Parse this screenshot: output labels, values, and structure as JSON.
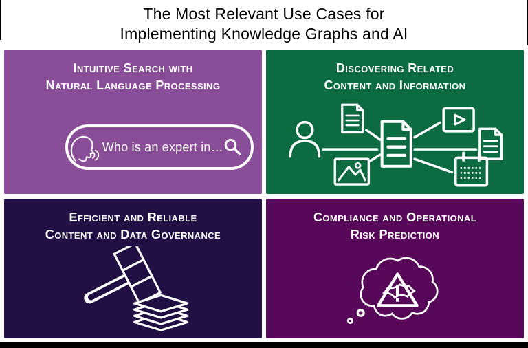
{
  "title": {
    "line1": "The Most Relevant Use Cases for",
    "line2": "Implementing Knowledge Graphs and AI"
  },
  "colors": {
    "purple": "#8A4D98",
    "green": "#0C6B40",
    "navy": "#221045",
    "magenta": "#580858",
    "icon_stroke": "#FFFFFF",
    "title_text": "#000000",
    "frame": "#000000"
  },
  "panels": {
    "search": {
      "heading_line1": "Intuitive Search with",
      "heading_line2": "Natural Language Processing",
      "query_text": "Who is an expert in…",
      "icons": [
        "speaking-head-icon",
        "magnifier-icon"
      ]
    },
    "discover": {
      "heading_line1": "Discovering Related",
      "heading_line2": "Content and Information",
      "icons": [
        "person-icon",
        "document-icon",
        "image-icon",
        "central-document-icon",
        "video-icon",
        "calendar-icon"
      ]
    },
    "governance": {
      "heading_line1": "Efficient and Reliable",
      "heading_line2": "Content and Data Governance",
      "icons": [
        "gavel-icon",
        "paper-stack-icon"
      ]
    },
    "risk": {
      "heading_line1": "Compliance and Operational",
      "heading_line2": "Risk Prediction",
      "icons": [
        "thought-cloud-icon",
        "warning-triangle-icon"
      ]
    }
  }
}
